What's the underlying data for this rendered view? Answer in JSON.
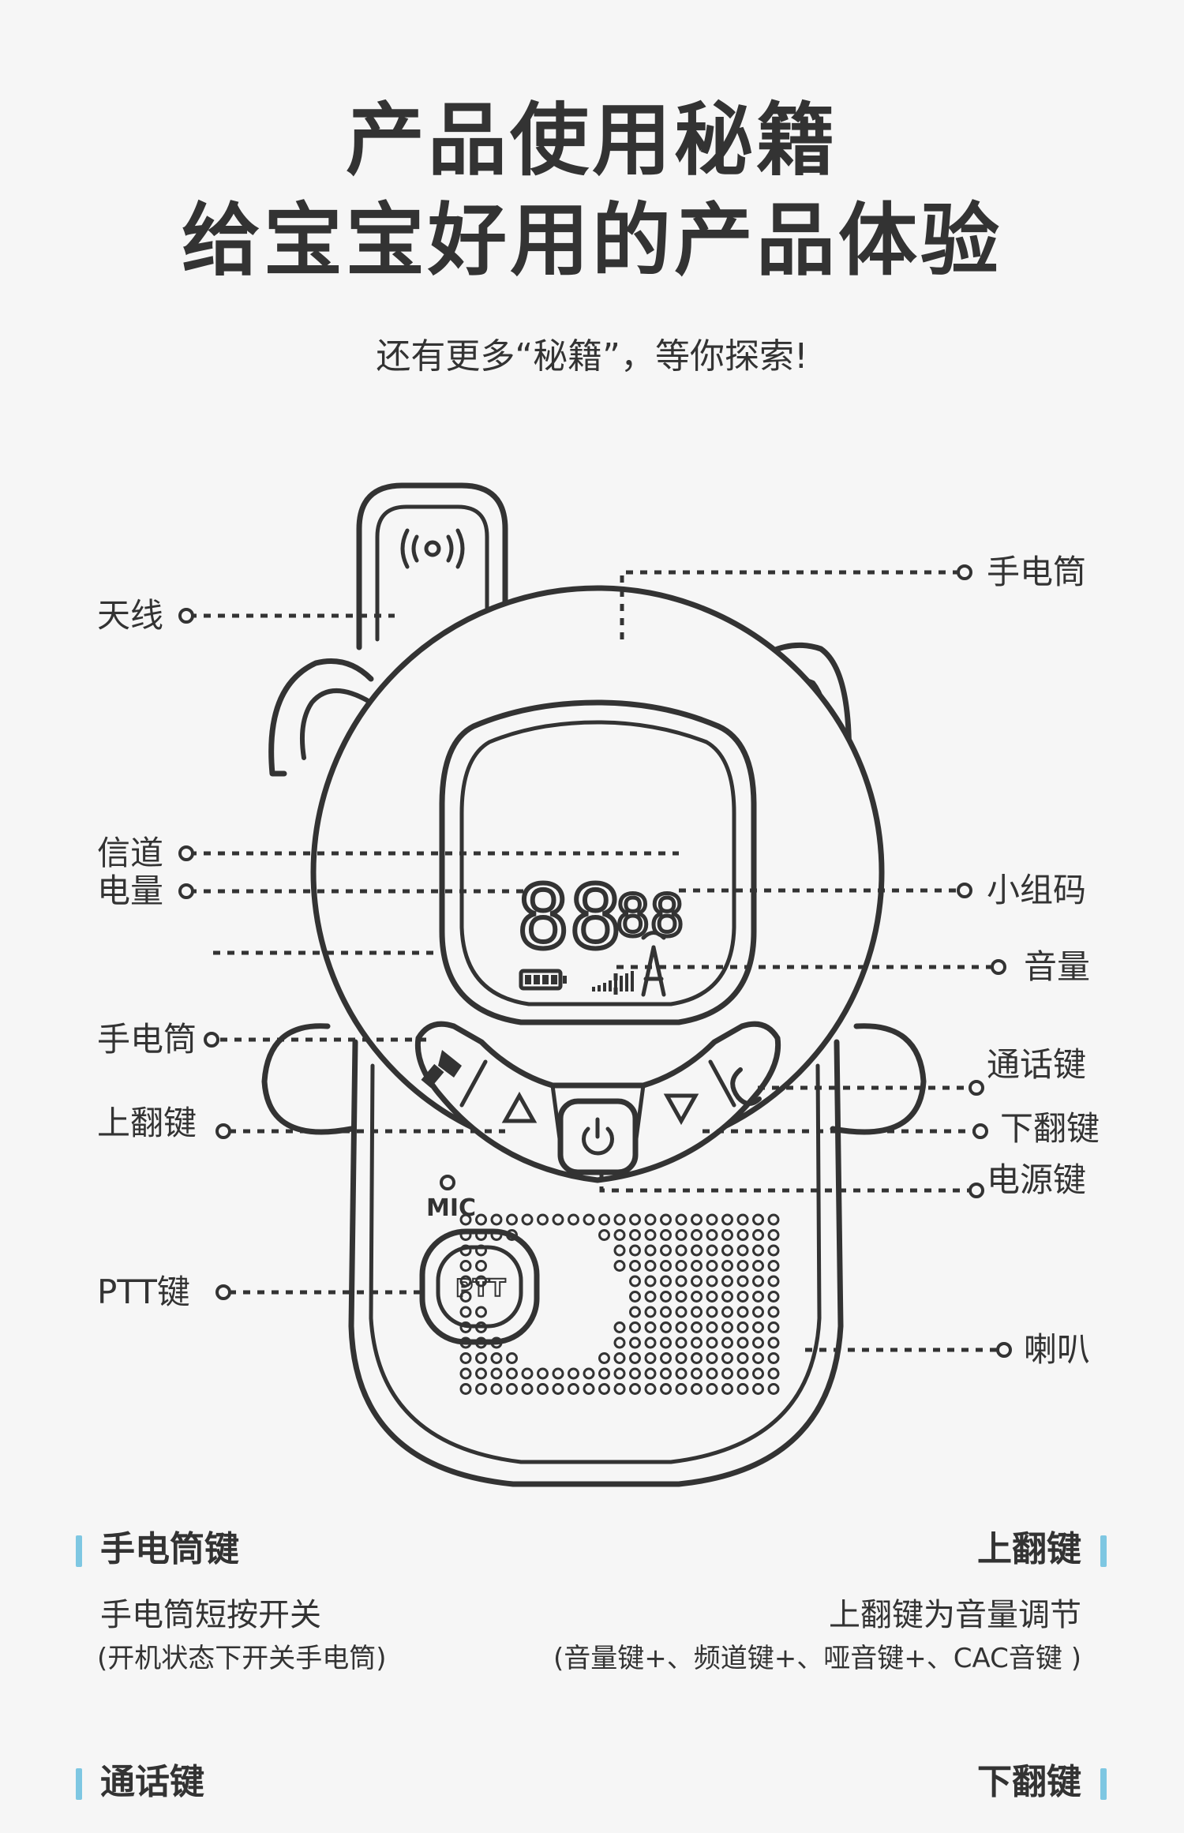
{
  "header": {
    "title_line1": "产品使用秘籍",
    "title_line2": "给宝宝好用的产品体验",
    "subtitle": "还有更多“秘籍”，等你探索!"
  },
  "device": {
    "display_digits_big": "88",
    "display_digits_small": "88",
    "ptt_label": "PTT",
    "mic_label": "MIC"
  },
  "callouts": {
    "antenna": "天线",
    "flashlight_top": "手电筒",
    "channel": "信道",
    "group_code": "小组码",
    "battery": "电量",
    "volume": "音量",
    "flashlight": "手电筒",
    "call_key": "通话键",
    "up_key": "上翻键",
    "down_key": "下翻键",
    "power_key": "电源键",
    "ptt_key": "PTT键",
    "speaker": "喇叭"
  },
  "sections": {
    "flash": {
      "heading": "手电筒键",
      "line1": "手电筒短按开关",
      "line2": "(开机状态下开关手电筒)"
    },
    "up": {
      "heading": "上翻键",
      "line1": "上翻键为音量调节",
      "line2": "(音量键+、频道键+、哑音键+、CAC音键 )"
    },
    "call": {
      "heading": "通话键"
    },
    "down": {
      "heading": "下翻键"
    }
  },
  "colors": {
    "accent_bar": "#7ec7e2",
    "line": "#333333",
    "background": "#f6f6f6"
  }
}
